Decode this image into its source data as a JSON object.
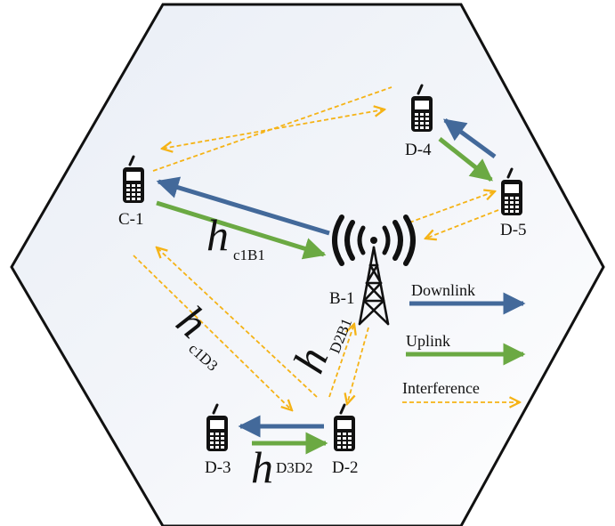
{
  "nodes": {
    "c1": "C-1",
    "b1": "B-1",
    "d2": "D-2",
    "d3": "D-3",
    "d4": "D-4",
    "d5": "D-5"
  },
  "channels": {
    "c1b1": {
      "symbol": "h",
      "subscript": "c1B1"
    },
    "c1d3": {
      "symbol": "h",
      "subscript": "c1D3"
    },
    "d2b1": {
      "symbol": "h",
      "subscript": "D2B1"
    },
    "d3d2": {
      "symbol": "h",
      "subscript": "D3D2"
    }
  },
  "legend": {
    "downlink": "Downlink",
    "uplink": "Uplink",
    "interference": "Interference"
  },
  "colors": {
    "downlink": "#43699A",
    "uplink": "#6BA943",
    "interference": "#F5B316",
    "cell_border": "#111111"
  },
  "icons": {
    "device": "mobile-phone-icon",
    "base_station": "cell-tower-icon"
  }
}
